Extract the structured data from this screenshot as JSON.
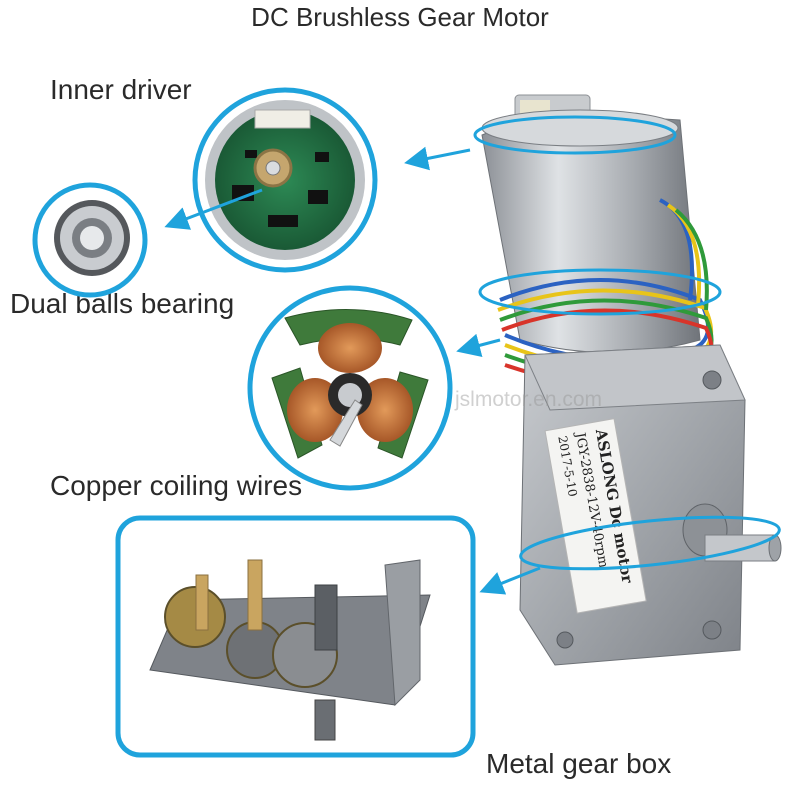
{
  "title": "DC Brushless Gear Motor",
  "labels": {
    "inner_driver": "Inner driver",
    "dual_balls_bearing": "Dual balls bearing",
    "copper_coiling_wires": "Copper coiling wires",
    "metal_gear_box": "Metal gear box"
  },
  "watermark": "jslmotor.en.com",
  "motor_label": {
    "line1": "ASLONG Dc motor",
    "line2": "JGY-2838-12V-40rpm",
    "line3": "2017-5-10"
  },
  "colors": {
    "accent_blue": "#1fa3dc",
    "pcb_green": "#1c6b3f",
    "copper": "#c56a33",
    "metal": "#a9adb2"
  }
}
